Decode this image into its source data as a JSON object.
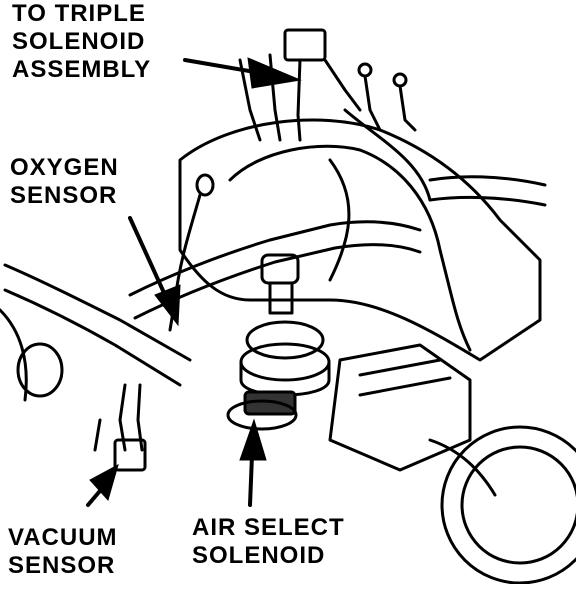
{
  "labels": {
    "triple_solenoid": [
      "TO TRIPLE",
      "SOLENOID",
      "ASSEMBLY"
    ],
    "oxygen_sensor": [
      "OXYGEN",
      "SENSOR"
    ],
    "vacuum_sensor": [
      "VACUUM",
      "SENSOR"
    ],
    "air_select_solenoid": [
      "AIR SELECT",
      "SOLENOID"
    ]
  },
  "colors": {
    "ink": "#000000",
    "paper": "#ffffff"
  }
}
